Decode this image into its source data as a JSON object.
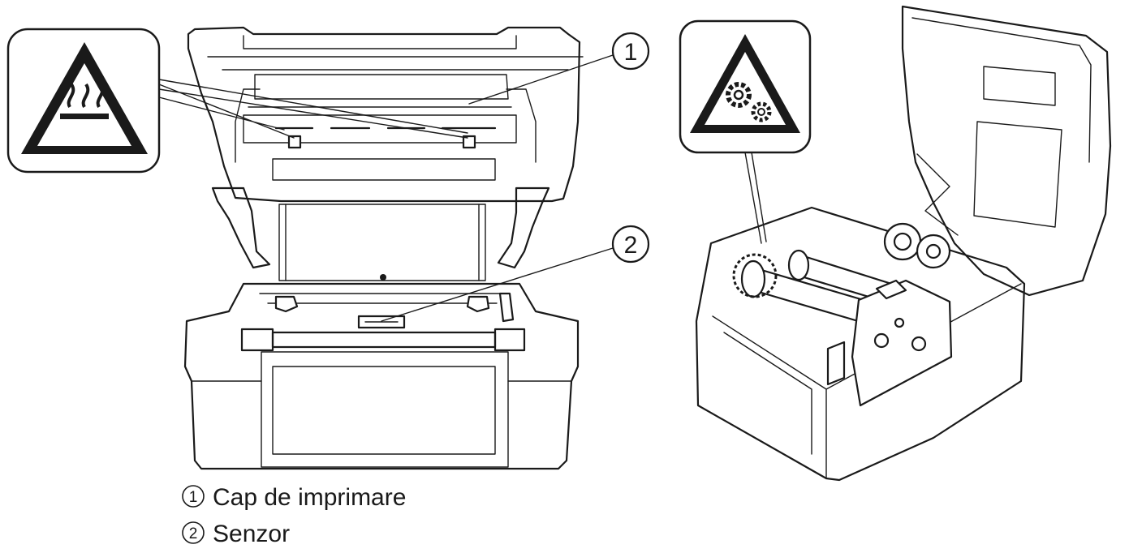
{
  "callouts": [
    {
      "number": "1",
      "label": "Cap de imprimare"
    },
    {
      "number": "2",
      "label": "Senzor"
    }
  ],
  "icons": {
    "hot_surface": "hot-surface-warning-icon",
    "moving_parts": "moving-gears-warning-icon"
  },
  "colors": {
    "line": "#1a1a1a",
    "background": "#ffffff"
  }
}
